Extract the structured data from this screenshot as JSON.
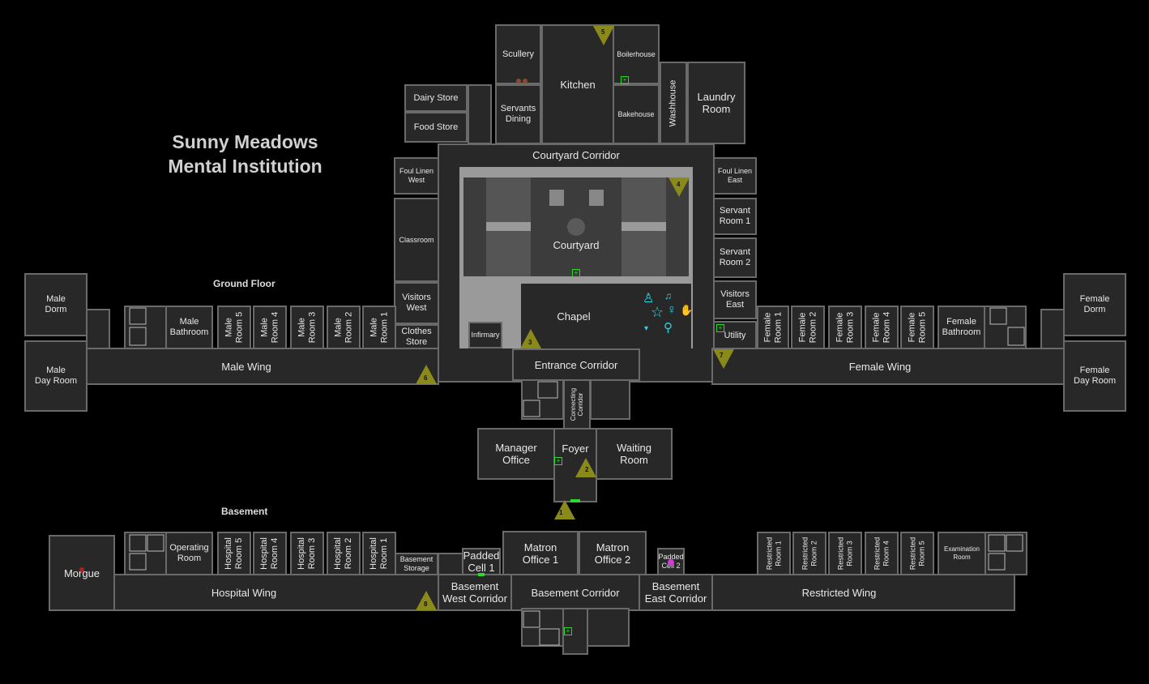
{
  "map_title": [
    "Sunny Meadows",
    "Mental Institution"
  ],
  "sections": {
    "ground": "Ground Floor",
    "basement": "Basement"
  },
  "colors": {
    "room_fill": "#282828",
    "wall": "#6a6a6a",
    "courtyard": "#9a9a9a",
    "marker": "#8a8a1a",
    "first_aid": "#2bd82b",
    "ghost_symbols": "#2bd8e8"
  },
  "ground_rooms": {
    "scullery": "Scullery",
    "kitchen": "Kitchen",
    "boilerhouse": "Boilerhouse",
    "servants_dining": "Servants\nDining",
    "bakehouse": "Bakehouse",
    "washhouse": "Washhouse",
    "laundry": "Laundry\nRoom",
    "dairy_store": "Dairy Store",
    "food_store": "Food Store",
    "courtyard_corridor": "Courtyard Corridor",
    "foul_linen_west": "Foul Linen\nWest",
    "foul_linen_east": "Foul Linen\nEast",
    "servant_room_1": "Servant\nRoom 1",
    "servant_room_2": "Servant\nRoom 2",
    "classroom": "Classroom",
    "courtyard": "Courtyard",
    "visitors_west": "Visitors\nWest",
    "visitors_east": "Visitors\nEast",
    "clothes_store": "Clothes\nStore",
    "utility": "Utility",
    "chapel": "Chapel",
    "infirmary": "Infirmary",
    "entrance_corridor": "Entrance Corridor",
    "male_dorm": "Male\nDorm",
    "male_day_room": "Male\nDay Room",
    "male_bathroom": "Male\nBathroom",
    "male_wing": "Male Wing",
    "male_room_5": "Male\nRoom 5",
    "male_room_4": "Male\nRoom 4",
    "male_room_3": "Male\nRoom 3",
    "male_room_2": "Male\nRoom 2",
    "male_room_1": "Male\nRoom 1",
    "female_room_1": "Female\nRoom 1",
    "female_room_2": "Female\nRoom 2",
    "female_room_3": "Female\nRoom 3",
    "female_room_4": "Female\nRoom 4",
    "female_room_5": "Female\nRoom 5",
    "female_bathroom": "Female\nBathroom",
    "female_dorm": "Female\nDorm",
    "female_day_room": "Female\nDay Room",
    "female_wing": "Female Wing",
    "connecting_corridor": "Connecting\nCorridor",
    "manager_office": "Manager\nOffice",
    "foyer": "Foyer",
    "waiting_room": "Waiting\nRoom"
  },
  "basement_rooms": {
    "morgue": "Morgue",
    "operating_room": "Operating\nRoom",
    "hospital_room_5": "Hospital\nRoom 5",
    "hospital_room_4": "Hospital\nRoom 4",
    "hospital_room_3": "Hospital\nRoom 3",
    "hospital_room_2": "Hospital\nRoom 2",
    "hospital_room_1": "Hospital\nRoom 1",
    "basement_storage": "Basement\nStorage",
    "hospital_wing": "Hospital Wing",
    "padded_cell_1": "Padded\nCell 1",
    "basement_west_corridor": "Basement\nWest Corridor",
    "matron_office_1": "Matron\nOffice 1",
    "matron_office_2": "Matron\nOffice 2",
    "basement_corridor": "Basement Corridor",
    "padded_cell_2": "Padded\nCell 2",
    "basement_east_corridor": "Basement\nEast Corridor",
    "restricted_room_1": "Restricted\nRoom 1",
    "restricted_room_2": "Restricted\nRoom 2",
    "restricted_room_3": "Restricted\nRoom 3",
    "restricted_room_4": "Restricted\nRoom 4",
    "restricted_room_5": "Restricted\nRoom 5",
    "examination_room": "Examination\nRoom",
    "restricted_wing": "Restricted Wing"
  },
  "markers": [
    "1",
    "2",
    "3",
    "4",
    "5",
    "6",
    "7",
    "8"
  ]
}
